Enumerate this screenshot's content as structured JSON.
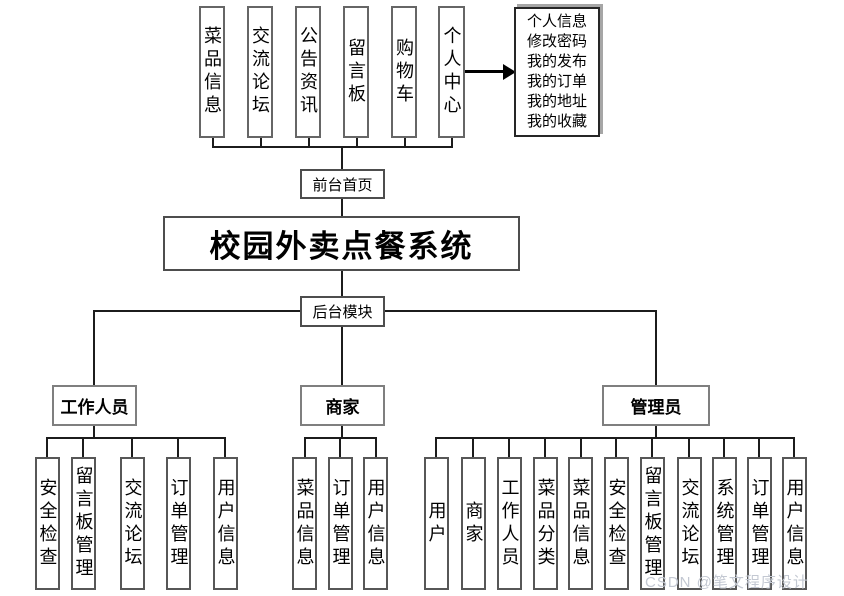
{
  "diagram": {
    "title": "校园外卖点餐系统",
    "front_home_label": "前台首页",
    "backend_label": "后台模块",
    "front_modules": [
      "菜品信息",
      "交流论坛",
      "公告资讯",
      "留言板",
      "购物车",
      "个人中心"
    ],
    "personal_menu": [
      "个人信息",
      "修改密码",
      "我的发布",
      "我的订单",
      "我的地址",
      "我的收藏"
    ],
    "branches": [
      {
        "label": "工作人员",
        "children": [
          "安全检查",
          "留言板管理",
          "交流论坛",
          "订单管理",
          "用户信息"
        ]
      },
      {
        "label": "商家",
        "children": [
          "菜品信息",
          "订单管理",
          "用户信息"
        ]
      },
      {
        "label": "管理员",
        "children": [
          "用户",
          "商家",
          "工作人员",
          "菜品分类",
          "菜品信息",
          "安全检查",
          "留言板管理",
          "交流论坛",
          "系统管理",
          "订单管理",
          "用户信息"
        ]
      }
    ],
    "watermark": "CSDN @笔文程序设计",
    "colors": {
      "line": "#1c1c1c",
      "box_border": "#575757",
      "branch_border": "#7f7f7f",
      "shadow": "#a6a6a6",
      "watermark": "#c3c8d2"
    }
  }
}
